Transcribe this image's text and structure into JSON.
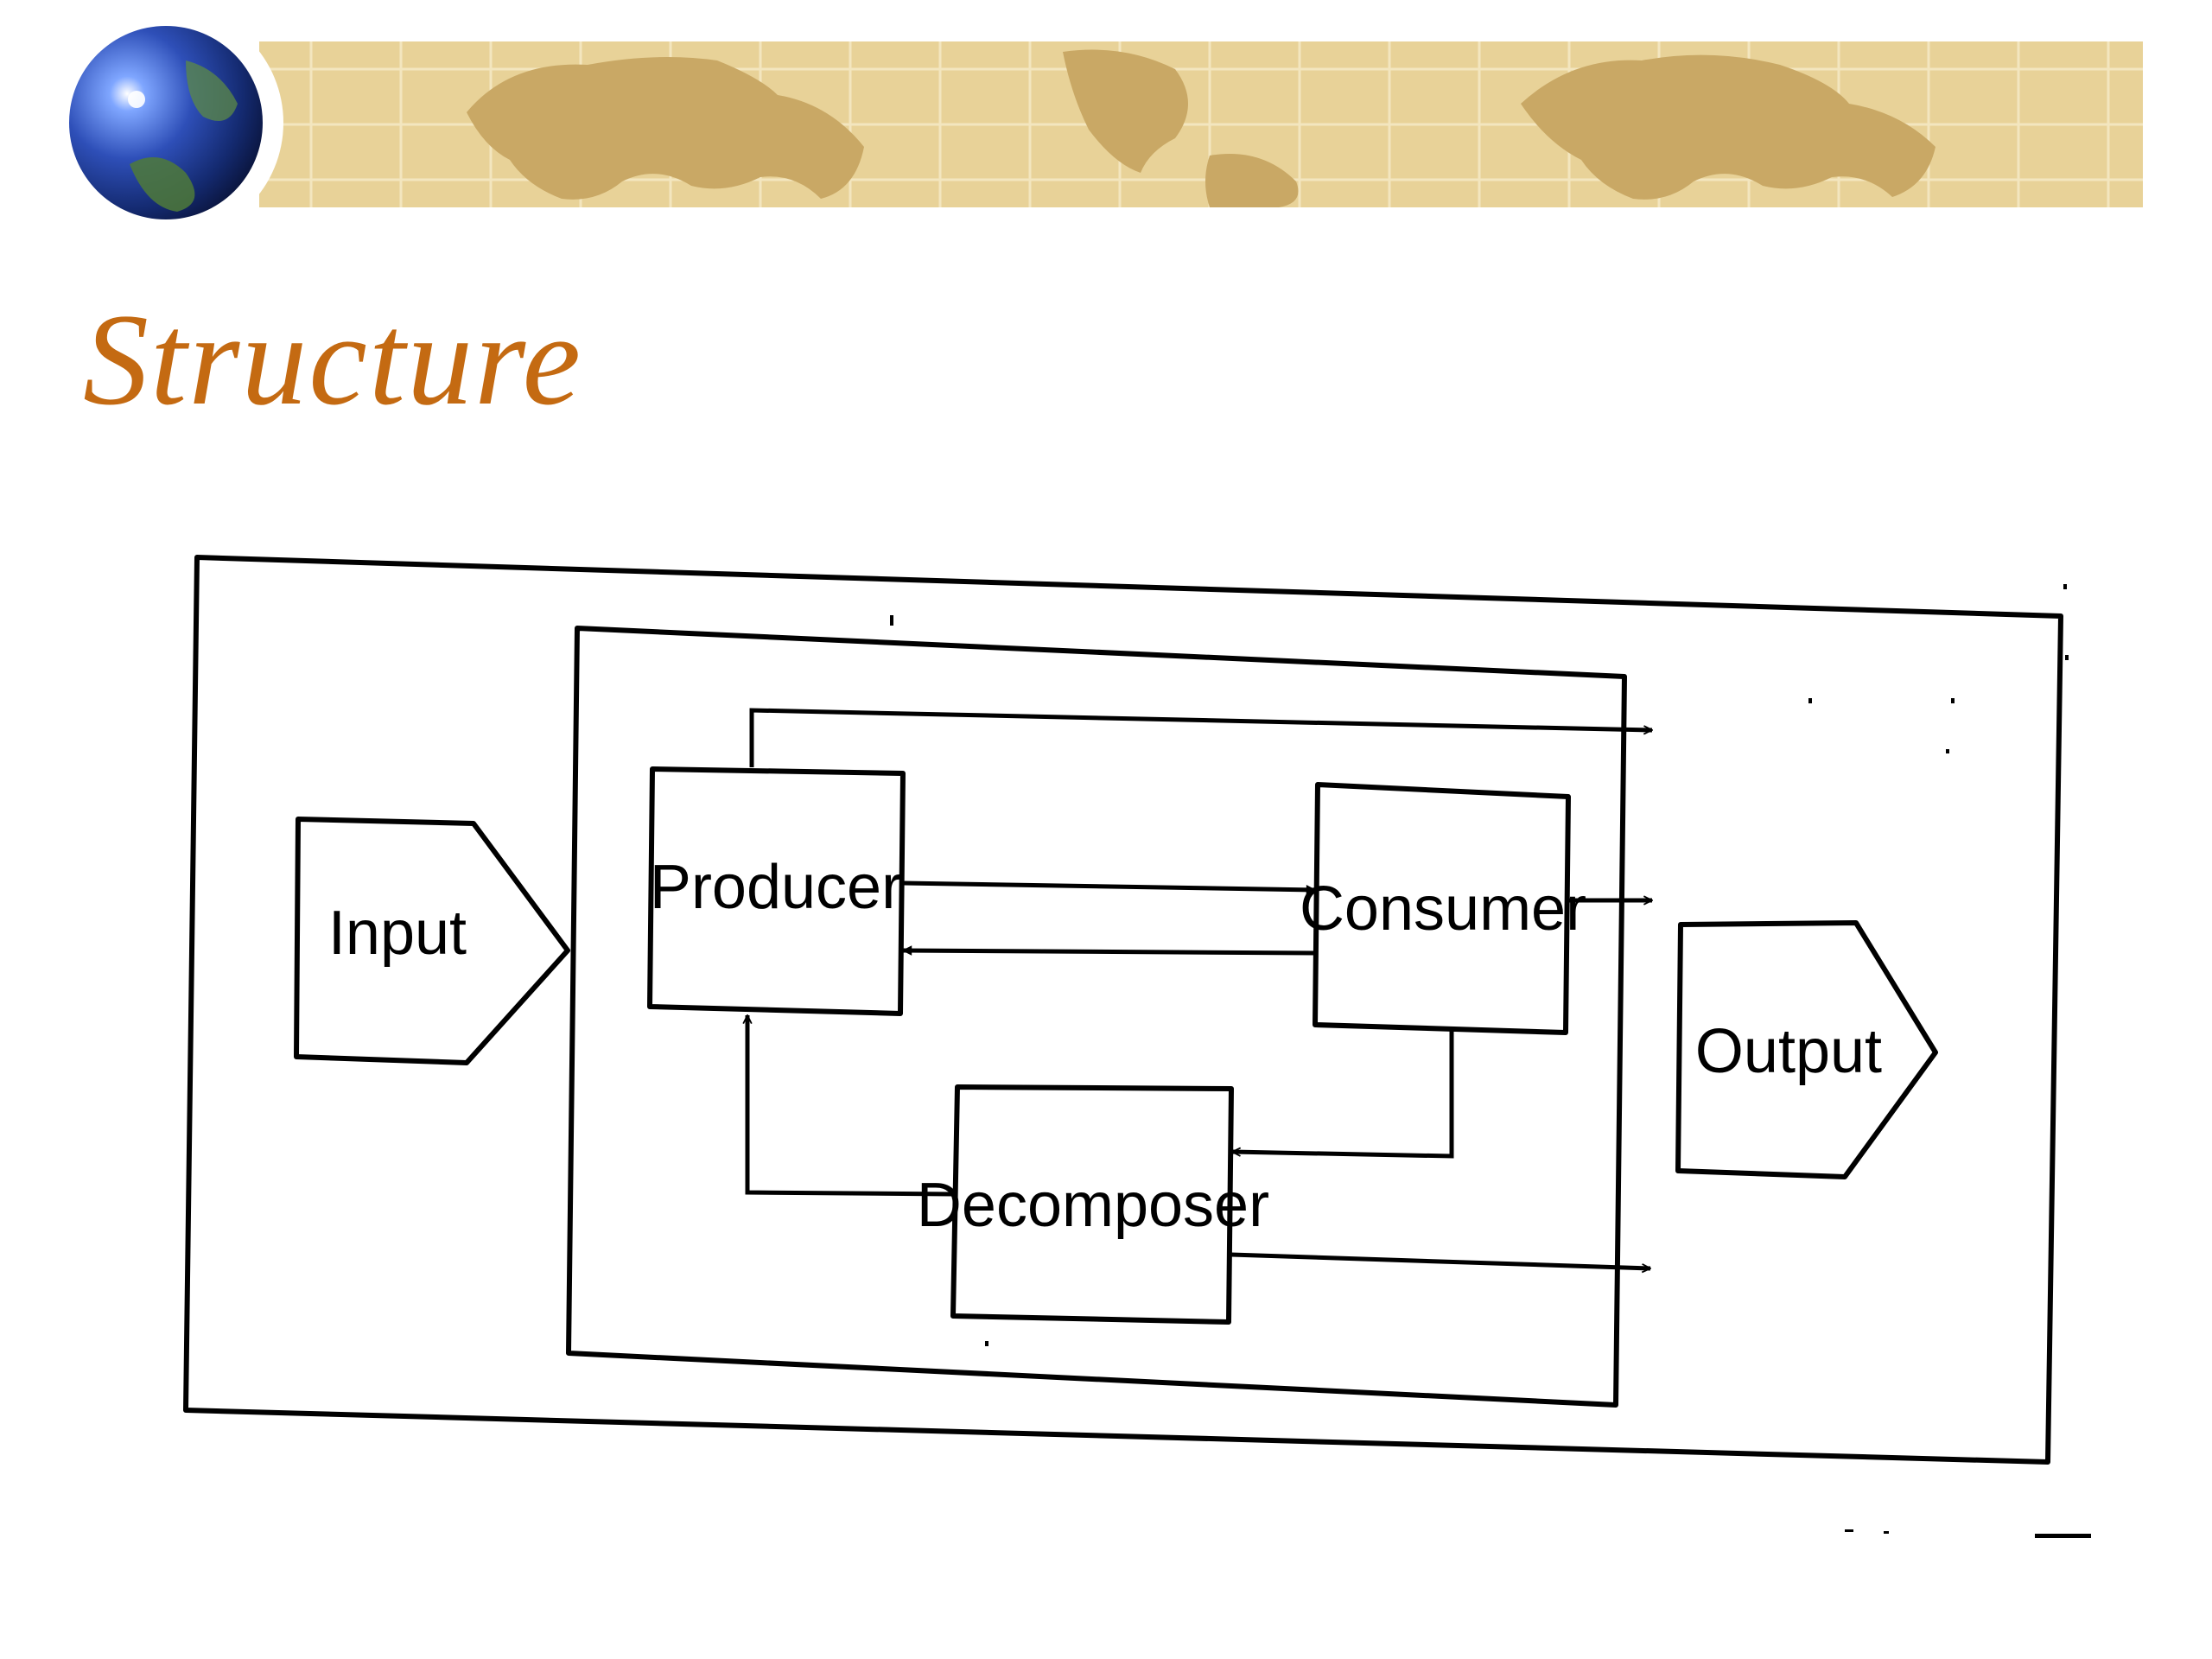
{
  "slide": {
    "title": "Structure",
    "title_color": "#c46a12"
  },
  "header": {
    "globe_icon": "globe-icon",
    "banner_color": "#e8d298",
    "map_color": "#c9a865"
  },
  "diagram": {
    "nodes": {
      "input": "Input",
      "producer": "Producer",
      "consumer": "Consumer",
      "decomposer": "Decomposer",
      "output": "Output"
    }
  }
}
